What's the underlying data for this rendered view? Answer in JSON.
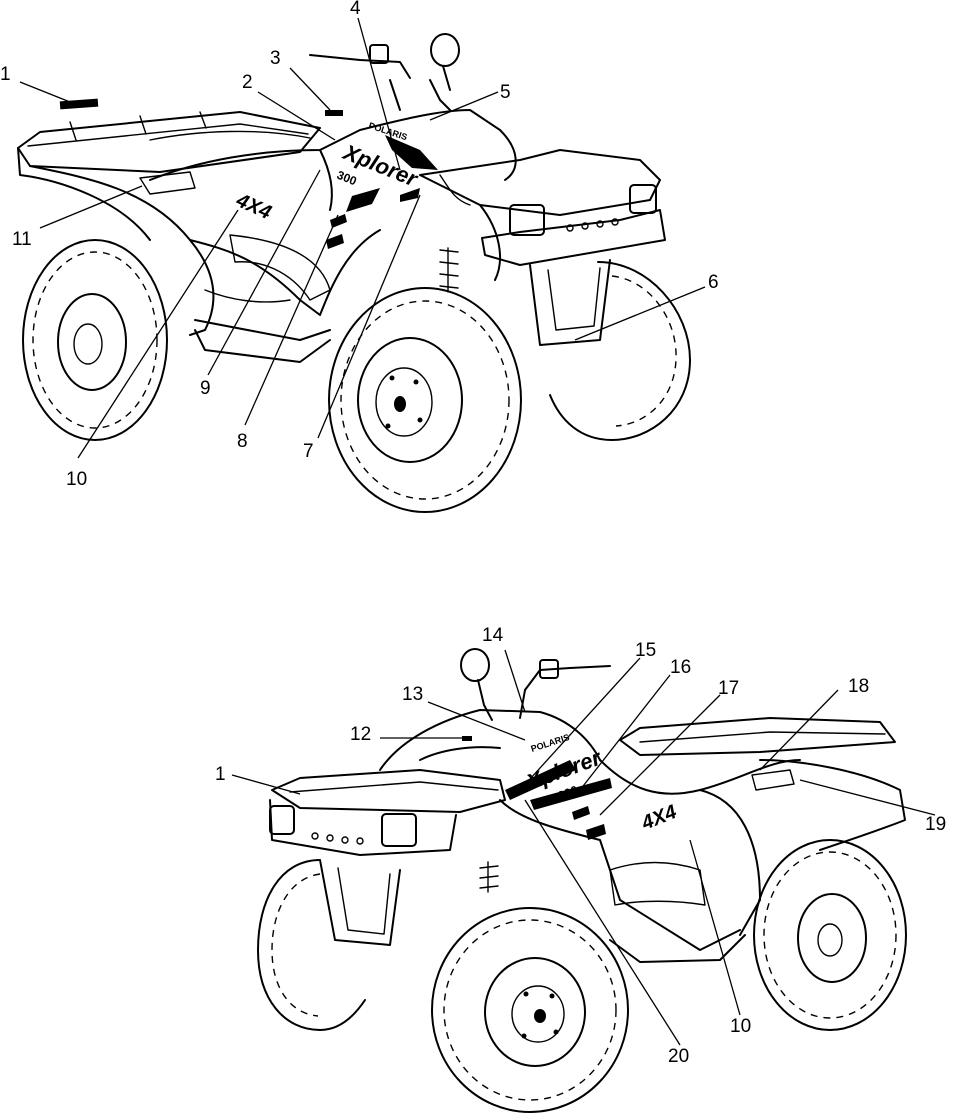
{
  "views": {
    "top": {
      "logo": {
        "brand": "POLARIS",
        "model": "Xplorer",
        "model_number": "300"
      },
      "badge": "4X4",
      "callouts": [
        "1",
        "2",
        "3",
        "4",
        "5",
        "6",
        "7",
        "8",
        "9",
        "10",
        "11"
      ]
    },
    "bottom": {
      "logo": {
        "brand": "POLARIS",
        "model": "Xplorer",
        "model_number": "300"
      },
      "badge": "4X4",
      "callouts": [
        "14",
        "15",
        "16",
        "13",
        "17",
        "18",
        "12",
        "1",
        "19",
        "20",
        "10"
      ]
    }
  }
}
